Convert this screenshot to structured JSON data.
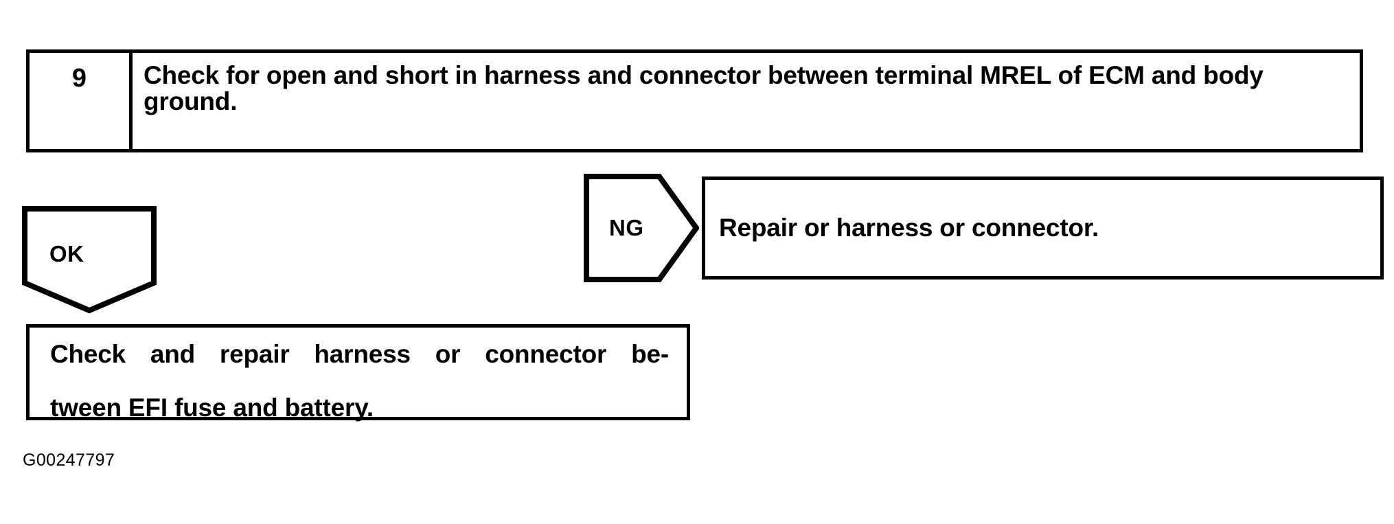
{
  "figure": {
    "id_caption": "G00247797",
    "type": "troubleshooting-flowchart"
  },
  "step": {
    "number": "9",
    "instruction": "Check for open and short in harness and connector between terminal MREL of ECM and body ground."
  },
  "branches": {
    "ok": {
      "label": "OK",
      "direction": "down"
    },
    "ng": {
      "label": "NG",
      "direction": "right"
    }
  },
  "results": {
    "ng_action": "Repair or harness or connector.",
    "ok_action_line1": "Check and repair harness or connector be-",
    "ok_action_line2": "tween EFI fuse and battery."
  },
  "colors": {
    "line": "#000000",
    "background": "#ffffff",
    "text": "#000000"
  }
}
